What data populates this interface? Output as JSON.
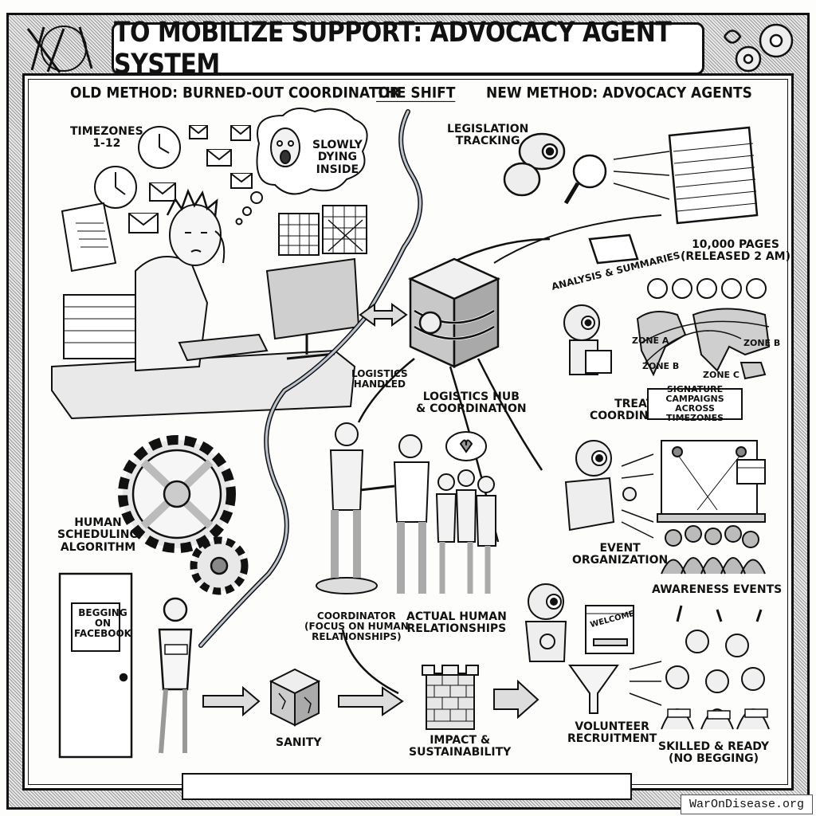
{
  "title": "TO MOBILIZE SUPPORT: ADVOCACY AGENT SYSTEM",
  "sections": {
    "old_method": "OLD METHOD: BURNED-OUT COORDINATOR",
    "the_shift": "THE SHIFT",
    "new_method": "NEW METHOD: ADVOCACY AGENTS"
  },
  "old_side": {
    "timezones": "TIMEZONES\n1-12",
    "thought_bubble": "SLOWLY\nDYING\nINSIDE",
    "scheduling": "HUMAN\nSCHEDULING\nALGORITHM",
    "door_sign": "BEGGING\nON\nFACEBOOK"
  },
  "hub": {
    "logistics_handled": "LOGISTICS\nHANDLED",
    "hub_label": "LOGISTICS HUB\n& COORDINATION"
  },
  "agents": {
    "legislation": "LEGISLATION\nTRACKING",
    "pages": "10,000 PAGES\n(RELEASED 2 AM)",
    "analysis": "ANALYSIS & SUMMARIES",
    "treaty": "TREATY\nCOORDINATION",
    "zones": [
      "ZONE A",
      "ZONE B",
      "ZONE B",
      "ZONE C"
    ],
    "signature_banner": "SIGNATURE CAMPAIGNS\nACROSS TIMEZONES",
    "event": "EVENT\nORGANIZATION",
    "awareness": "AWARENESS EVENTS",
    "volunteer": "VOLUNTEER\nRECRUITMENT",
    "welcome_sign": "WELCOME",
    "skilled": "SKILLED & READY\n(NO BEGGING)"
  },
  "outcomes": {
    "coordinator": "COORDINATOR\n(FOCUS ON HUMAN\nRELATIONSHIPS)",
    "relationships": "ACTUAL HUMAN\nRELATIONSHIPS",
    "sanity": "SANITY",
    "impact": "IMPACT &\nSUSTAINABILITY"
  },
  "footer_banner": "",
  "watermark": "WarOnDisease.org"
}
